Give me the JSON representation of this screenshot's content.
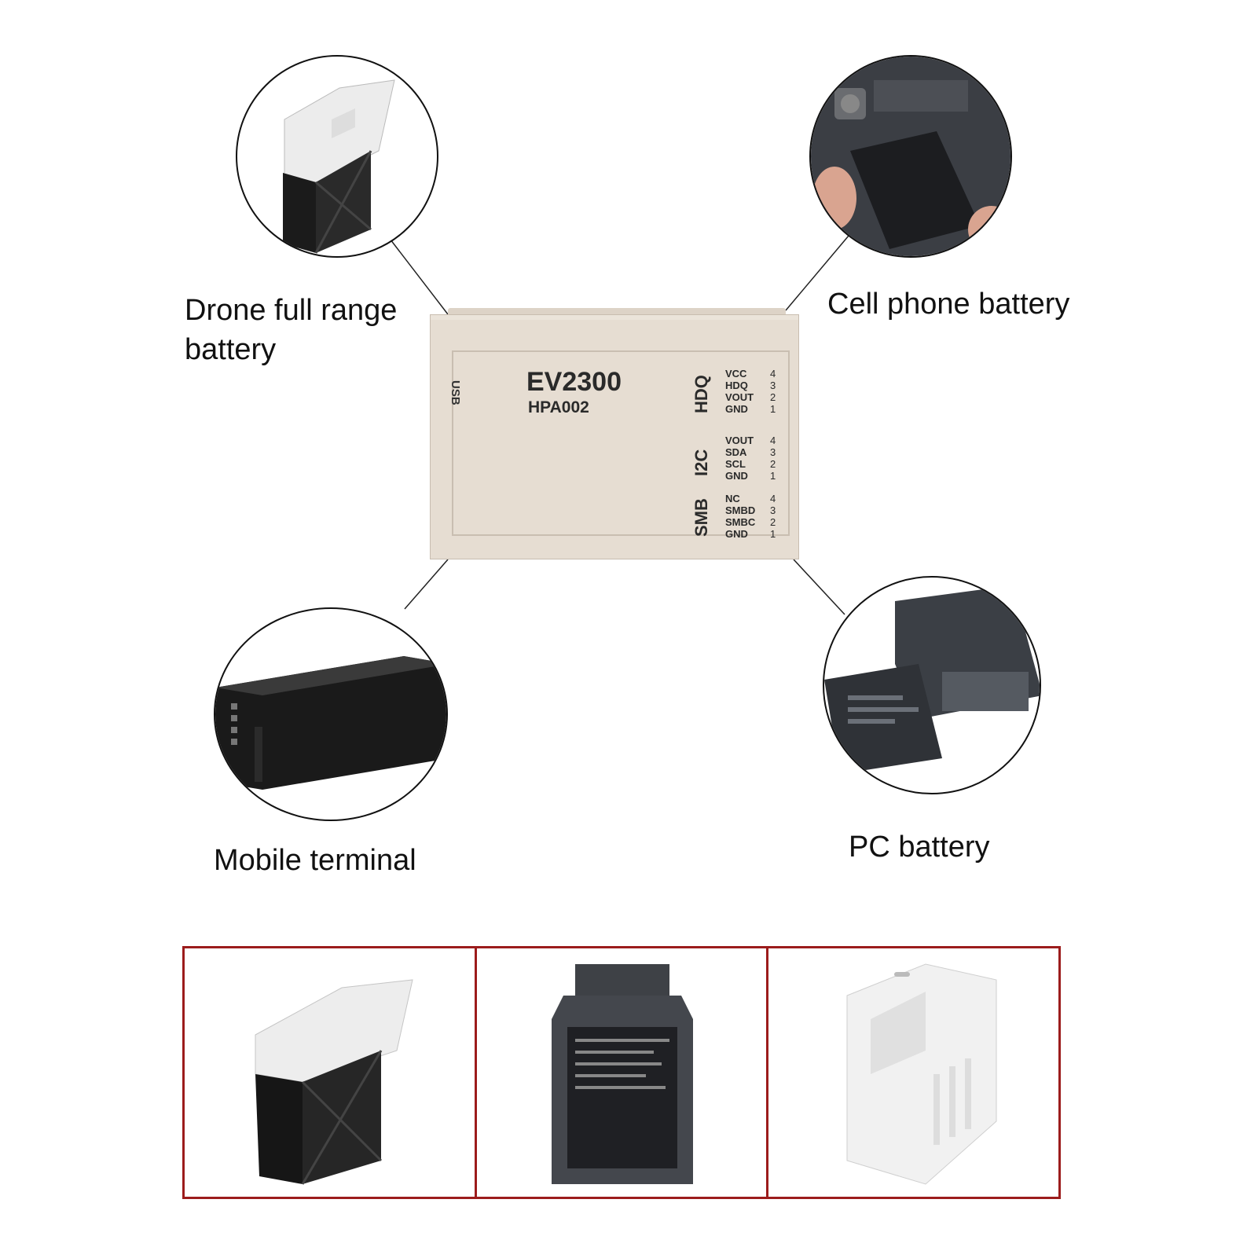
{
  "labels": {
    "drone": "Drone full range battery",
    "cellphone": "Cell phone battery",
    "mobile": "Mobile terminal",
    "pc": "PC battery"
  },
  "device": {
    "model": "EV2300",
    "submodel": "HPA002",
    "usb": "USB",
    "hdq": {
      "title": "HDQ",
      "pins": [
        "VCC",
        "HDQ",
        "VOUT",
        "GND"
      ]
    },
    "i2c": {
      "title": "I2C",
      "pins": [
        "VOUT",
        "SDA",
        "SCL",
        "GND"
      ]
    },
    "smb": {
      "title": "SMB",
      "pins": [
        "NC",
        "SMBD",
        "SMBC",
        "GND"
      ]
    },
    "pin_numbers": [
      "4",
      "3",
      "2",
      "1"
    ]
  },
  "colors": {
    "device_body": "#e6ddd2",
    "frame_red": "#9c1c1c"
  },
  "icons": [
    "drone-battery-icon",
    "phone-battery-icon",
    "mobile-terminal-battery-icon",
    "laptop-battery-icon"
  ]
}
